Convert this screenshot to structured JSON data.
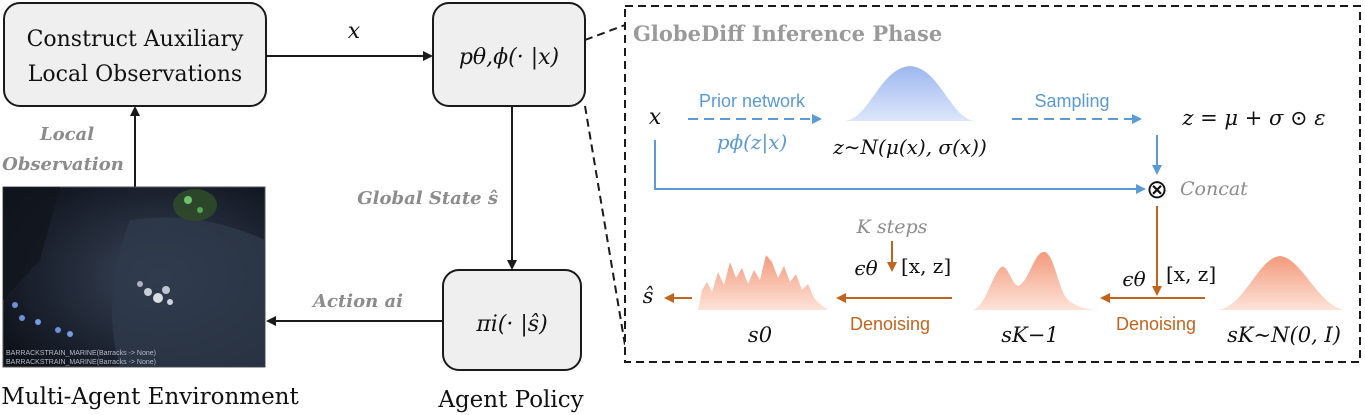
{
  "colors": {
    "box_fill": "#efefef",
    "box_stroke": "#1a1a1a",
    "blue": "#5b9bd5",
    "blue_dist_top": "#9db7ef",
    "orange": "#c0651f",
    "orange_dist": "#f4a58a",
    "gray_label": "#8c8c8c",
    "env_bg": "#1c2230"
  },
  "boxes": {
    "construct_line1": "Construct Auxiliary",
    "construct_line2": "Local Observations",
    "posterior": "pθ,ϕ(· |x)",
    "policy": "πi(· |ŝ)"
  },
  "edges": {
    "x_label": "x",
    "local_obs_line1": "Local",
    "local_obs_line2": "Observation",
    "global_state": "Global State ŝ",
    "action": "Action ai"
  },
  "captions": {
    "environment": "Multi-Agent Environment",
    "policy": "Agent Policy"
  },
  "env_screen": {
    "line1": "BARRACKSTRAIN_MARINE(Barracks -> None)",
    "line2": "BARRACKSTRAIN_MARINE(Barracks -> None)"
  },
  "inference": {
    "title": "GlobeDiff Inference Phase",
    "x": "x",
    "prior_network": "Prior network",
    "prior_formula": "pϕ(z|x)",
    "dist_label": "z∼N(μ(x), σ(x))",
    "sampling": "Sampling",
    "reparam": "z = μ + σ ⊙ ε",
    "concat_symbol": "⊗",
    "concat": "Concat",
    "k_steps": "K steps",
    "eps1": "ϵθ",
    "cond1": "[x, z]",
    "eps2": "ϵθ",
    "cond2": "[x, z]",
    "denoising1": "Denoising",
    "denoising2": "Denoising",
    "s0": "s0",
    "sK1": "sK−1",
    "sK": "sK∼N(0, I)",
    "s_hat": "ŝ"
  }
}
